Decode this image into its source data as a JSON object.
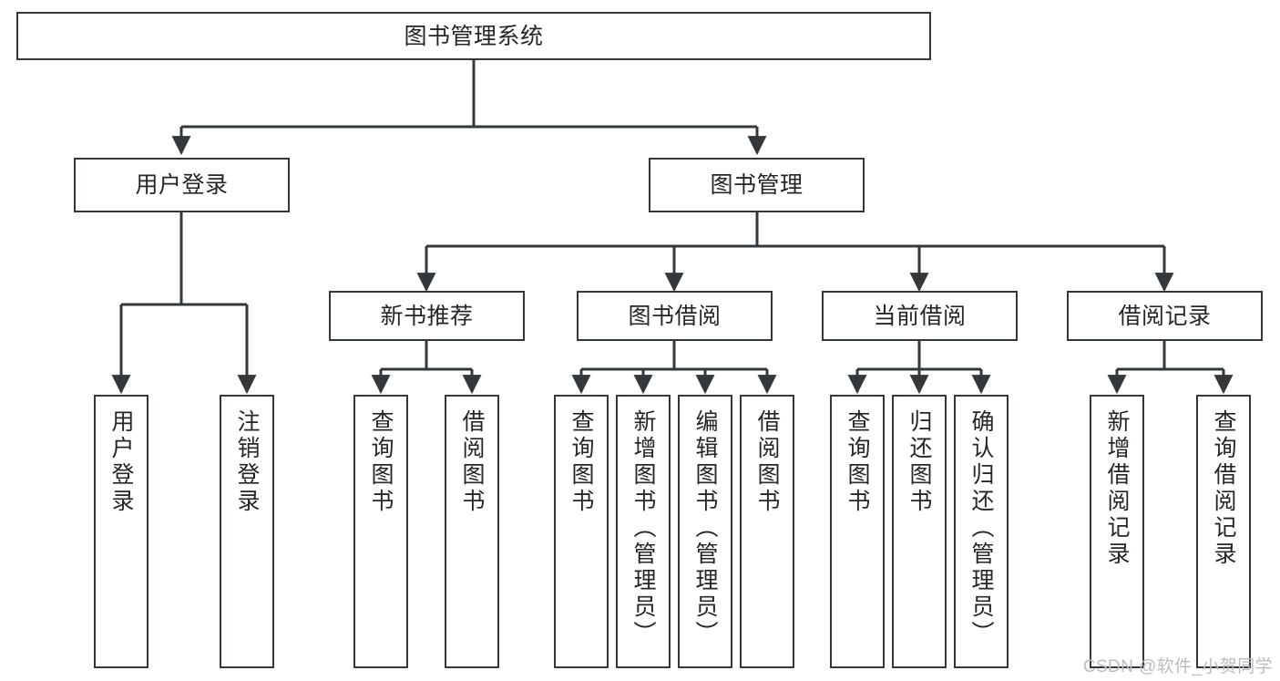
{
  "diagram": {
    "type": "tree",
    "title": "图书管理系统",
    "watermark": "CSDN @软件_小贺同学",
    "colors": {
      "node_border": "#33383d",
      "node_fill": "#ffffff",
      "connector": "#33383d",
      "text": "#23272b",
      "watermark": "#b9bdc2",
      "background": "#ffffff"
    },
    "nodes": {
      "root": {
        "label": "图书管理系统",
        "level": 0,
        "orientation": "horizontal"
      },
      "user_login": {
        "label": "用户登录",
        "level": 1,
        "orientation": "horizontal"
      },
      "book_manage": {
        "label": "图书管理",
        "level": 1,
        "orientation": "horizontal"
      },
      "new_book_rec": {
        "label": "新书推荐",
        "level": 2,
        "orientation": "horizontal"
      },
      "book_borrow": {
        "label": "图书借阅",
        "level": 2,
        "orientation": "horizontal"
      },
      "current_borrow": {
        "label": "当前借阅",
        "level": 2,
        "orientation": "horizontal"
      },
      "borrow_record": {
        "label": "借阅记录",
        "level": 2,
        "orientation": "horizontal"
      },
      "leaf_user_login": {
        "label": "用户登录",
        "level": 3,
        "orientation": "vertical"
      },
      "leaf_logout": {
        "label": "注销登录",
        "level": 3,
        "orientation": "vertical"
      },
      "leaf_query_book_1": {
        "label": "查询图书",
        "level": 3,
        "orientation": "vertical"
      },
      "leaf_borrow_book_1": {
        "label": "借阅图书",
        "level": 3,
        "orientation": "vertical"
      },
      "leaf_query_book_2": {
        "label": "查询图书",
        "level": 3,
        "orientation": "vertical"
      },
      "leaf_add_book": {
        "label": "新增图书（管理员）",
        "level": 3,
        "orientation": "vertical"
      },
      "leaf_edit_book": {
        "label": "编辑图书（管理员）",
        "level": 3,
        "orientation": "vertical"
      },
      "leaf_borrow_book_2": {
        "label": "借阅图书",
        "level": 3,
        "orientation": "vertical"
      },
      "leaf_query_book_3": {
        "label": "查询图书",
        "level": 3,
        "orientation": "vertical"
      },
      "leaf_return_book": {
        "label": "归还图书",
        "level": 3,
        "orientation": "vertical"
      },
      "leaf_confirm_return": {
        "label": "确认归还（管理员）",
        "level": 3,
        "orientation": "vertical"
      },
      "leaf_add_record": {
        "label": "新增借阅记录",
        "level": 3,
        "orientation": "vertical"
      },
      "leaf_query_record": {
        "label": "查询借阅记录",
        "level": 3,
        "orientation": "vertical"
      }
    },
    "edges": [
      {
        "from": "root",
        "to": "user_login"
      },
      {
        "from": "root",
        "to": "book_manage"
      },
      {
        "from": "user_login",
        "to": "leaf_user_login"
      },
      {
        "from": "user_login",
        "to": "leaf_logout"
      },
      {
        "from": "book_manage",
        "to": "new_book_rec"
      },
      {
        "from": "book_manage",
        "to": "book_borrow"
      },
      {
        "from": "book_manage",
        "to": "current_borrow"
      },
      {
        "from": "book_manage",
        "to": "borrow_record"
      },
      {
        "from": "new_book_rec",
        "to": "leaf_query_book_1"
      },
      {
        "from": "new_book_rec",
        "to": "leaf_borrow_book_1"
      },
      {
        "from": "book_borrow",
        "to": "leaf_query_book_2"
      },
      {
        "from": "book_borrow",
        "to": "leaf_add_book"
      },
      {
        "from": "book_borrow",
        "to": "leaf_edit_book"
      },
      {
        "from": "book_borrow",
        "to": "leaf_borrow_book_2"
      },
      {
        "from": "current_borrow",
        "to": "leaf_query_book_3"
      },
      {
        "from": "current_borrow",
        "to": "leaf_return_book"
      },
      {
        "from": "current_borrow",
        "to": "leaf_confirm_return"
      },
      {
        "from": "borrow_record",
        "to": "leaf_add_record"
      },
      {
        "from": "borrow_record",
        "to": "leaf_query_record"
      }
    ]
  }
}
